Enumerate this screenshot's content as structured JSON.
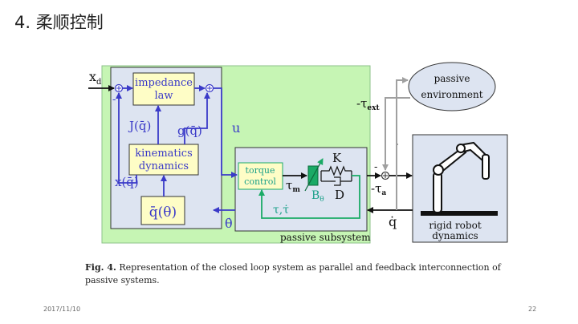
{
  "slide": {
    "title": "4. 柔顺控制",
    "date": "2017/11/10",
    "page_number": "22"
  },
  "diagram": {
    "blocks": {
      "impedance_law": [
        "impedance",
        "law"
      ],
      "kinematics_dynamics": [
        "kinematics",
        "dynamics"
      ],
      "q_bar_theta": "q̄(θ)",
      "torque_control": [
        "torque",
        "control"
      ],
      "passive_environment": [
        "passive",
        "environment"
      ],
      "rigid_robot": [
        "rigid robot",
        "dynamics"
      ]
    },
    "labels": {
      "xd": "x",
      "xd_sub": "d",
      "J_q": "J(q̄)",
      "g_q": "g(q̄)",
      "x_q": "x(q̄)",
      "u": "u",
      "theta_dot": "θ̇",
      "tau_m": "τ",
      "tau_m_sub": "m",
      "B_theta": "B",
      "B_theta_sub": "θ",
      "K": "K",
      "D": "D",
      "tau_tau_dot": "τ,τ̇",
      "neg_tau_ext": "-τ",
      "neg_tau_ext_sub": "ext",
      "neg_tau_a": "-τ",
      "neg_tau_a_sub": "a",
      "q_dot": "q̇",
      "minus_sign_1": "-",
      "minus_sign_2": "-",
      "passive_subsystem": "passive subsystem"
    },
    "colors": {
      "outer_green": "#c6f5b4",
      "inner_blue": "#dde4f1",
      "block_yellow": "#fefdc6",
      "arrow_blue": "#3a3ac8",
      "green_line": "#1aaa66",
      "teal_text": "#1aa089",
      "gray_line": "#a0a0a0"
    }
  },
  "caption": {
    "label": "Fig. 4.",
    "text": "Representation of the closed loop system as parallel and feedback interconnection of passive systems."
  }
}
